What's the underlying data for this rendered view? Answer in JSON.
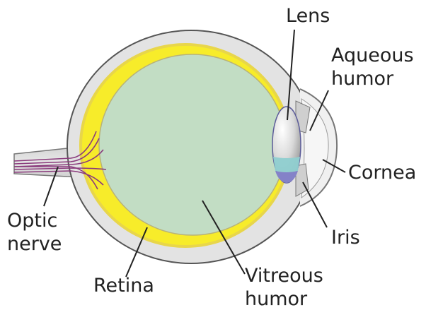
{
  "labels": {
    "lens": "Lens",
    "aqueous_humor_line1": "Aqueous",
    "aqueous_humor_line2": "humor",
    "cornea": "Cornea",
    "optic_nerve_line1": "Optic",
    "optic_nerve_line2": "nerve",
    "iris": "Iris",
    "retina": "Retina",
    "vitreous_humor_line1": "Vitreous",
    "vitreous_humor_line2": "humor"
  },
  "colors": {
    "sclera": "#e3e3e3",
    "sclera_outline": "#555555",
    "retina": "#f7ec2a",
    "choroid": "#e8d64a",
    "vitreous_humor": "#c2ddc4",
    "lens": "#d2d2d2",
    "iris_tint": "#8fcfd0",
    "iris_dark": "#8482c8",
    "optic_nerve_fibers": "#8a3a7c",
    "pointer_line": "#222222"
  }
}
